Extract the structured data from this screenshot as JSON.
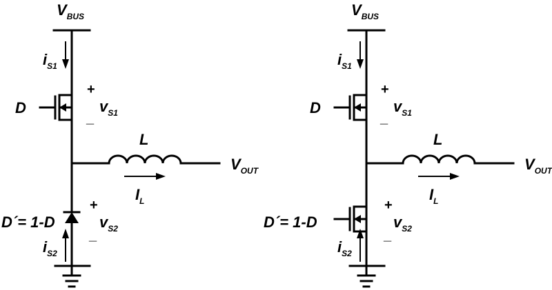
{
  "circuits": [
    {
      "id": "left",
      "low_switch": "diode",
      "vbus_main": "V",
      "vbus_sub": "BUS",
      "is1_main": "i",
      "is1_sub": "S1",
      "gate1_label": "D",
      "vs1_main": "v",
      "vs1_sub": "S1",
      "vs1_plus": "+",
      "vs1_minus": "_",
      "inductor_label": "L",
      "vout_main": "V",
      "vout_sub": "OUT",
      "il_main": "I",
      "il_sub": "L",
      "gate2_label": "D´= 1-D",
      "vs2_main": "v",
      "vs2_sub": "S2",
      "vs2_plus": "+",
      "vs2_minus": "_",
      "is2_main": "i",
      "is2_sub": "S2"
    },
    {
      "id": "right",
      "low_switch": "mosfet",
      "vbus_main": "V",
      "vbus_sub": "BUS",
      "is1_main": "i",
      "is1_sub": "S1",
      "gate1_label": "D",
      "vs1_main": "v",
      "vs1_sub": "S1",
      "vs1_plus": "+",
      "vs1_minus": "_",
      "inductor_label": "L",
      "vout_main": "V",
      "vout_sub": "OUT",
      "il_main": "I",
      "il_sub": "L",
      "gate2_label": "D´= 1-D",
      "vs2_main": "v",
      "vs2_sub": "S2",
      "vs2_plus": "+",
      "vs2_minus": "_",
      "is2_main": "i",
      "is2_sub": "S2"
    }
  ]
}
